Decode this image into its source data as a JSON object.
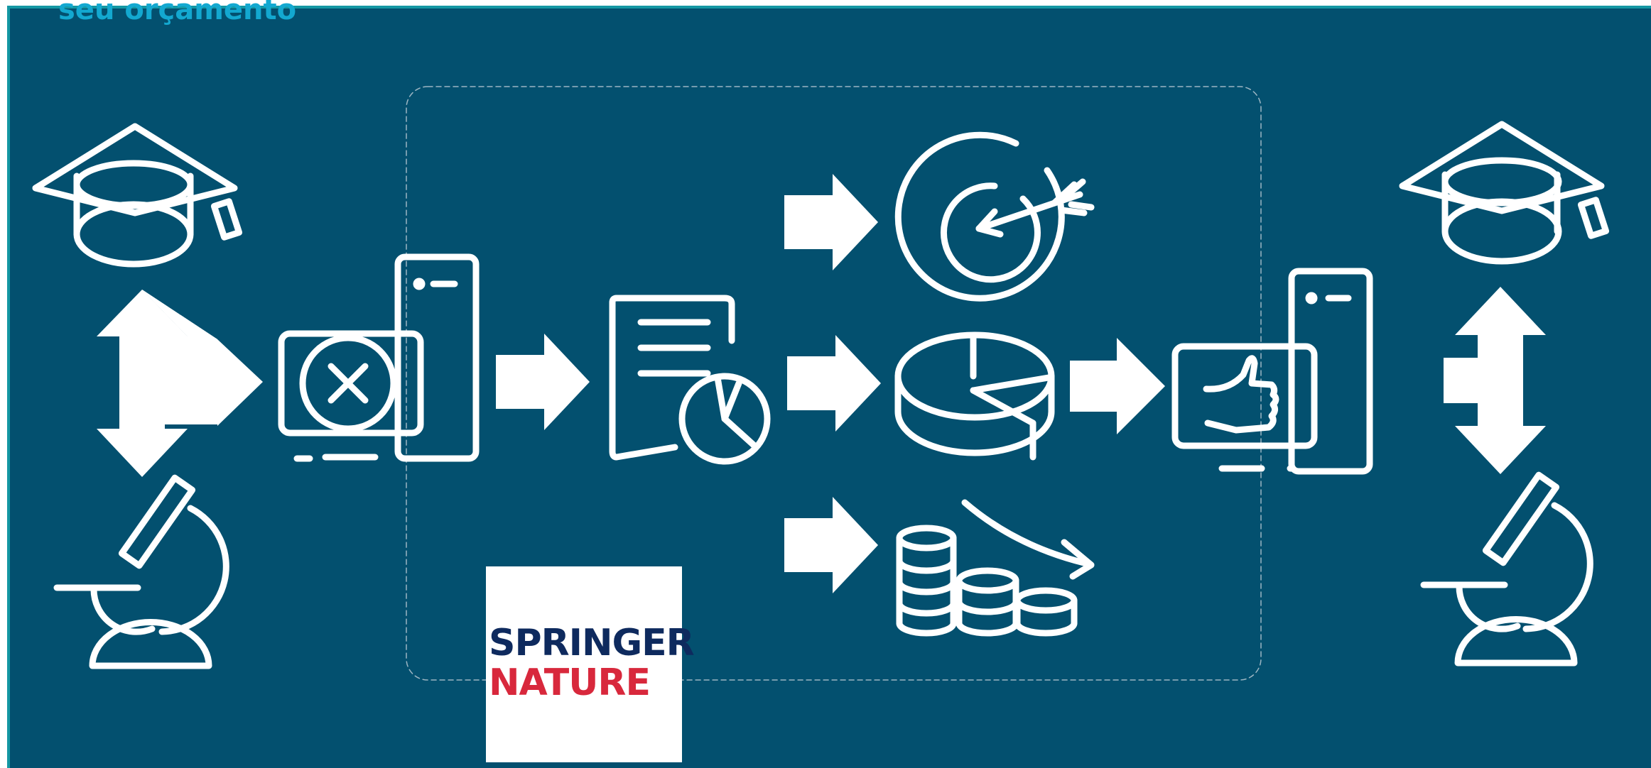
{
  "header": {
    "text": "seu orçamento"
  },
  "logo": {
    "line1": "SPRINGER",
    "line2": "NATURE",
    "name_color": "#0e2a5e",
    "accent_color": "#d8283c"
  },
  "colors": {
    "background": "#03506f",
    "frame": "#1497a3",
    "heading": "#13a8d0",
    "icon": "#ffffff",
    "logo_background": "#ffffff"
  },
  "icons": [
    "graduation-cap-icon",
    "microscope-icon",
    "branching-arrow-icon",
    "devices-rejected-icon",
    "report-chart-icon",
    "target-icon",
    "pie-chart-icon",
    "coins-decrease-icon",
    "devices-approved-icon",
    "double-arrow-icon"
  ]
}
